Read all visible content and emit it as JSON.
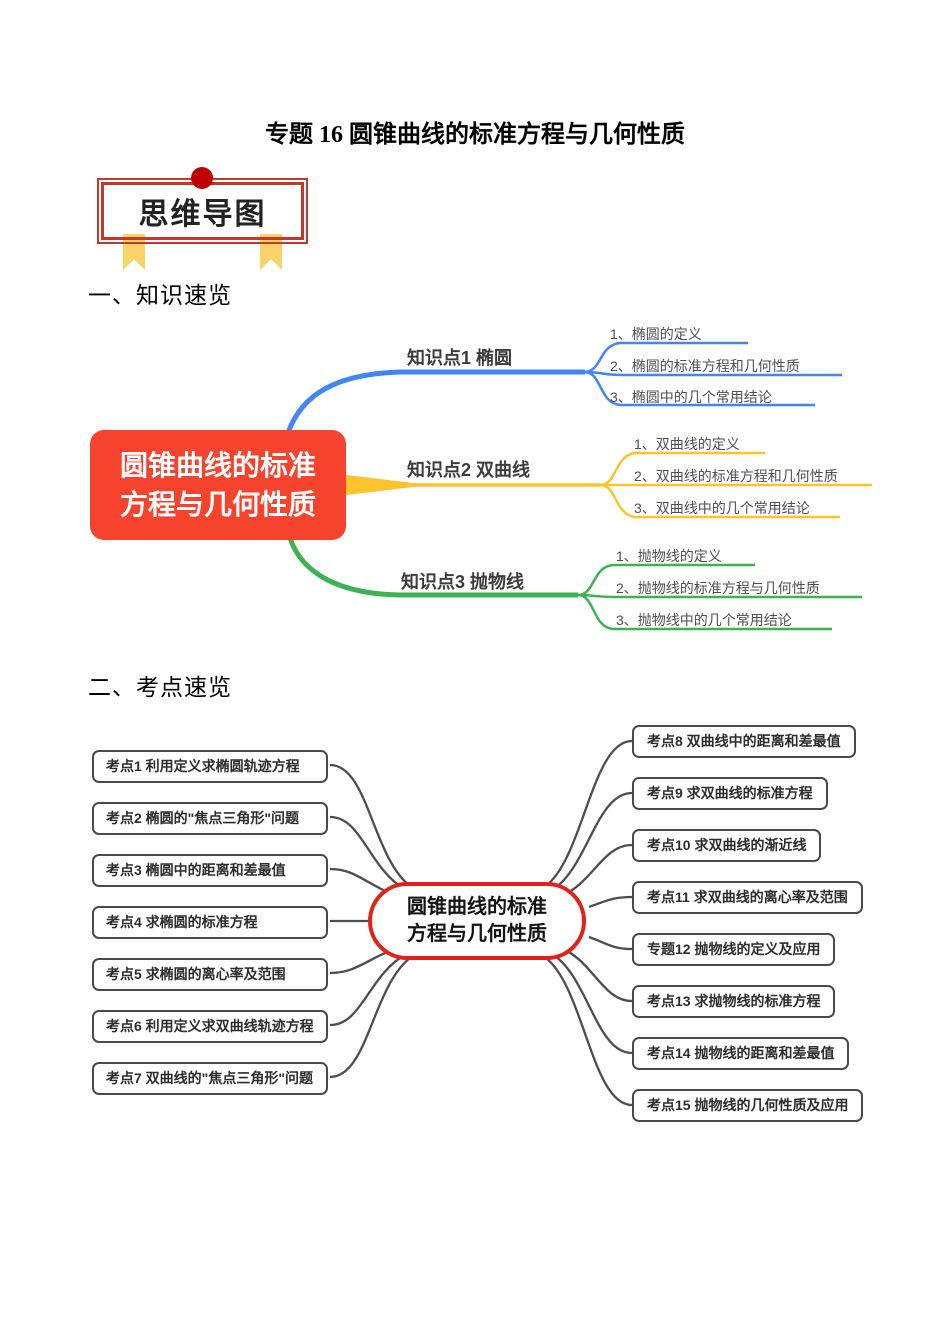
{
  "page": {
    "title": "专题 16 圆锥曲线的标准方程与几何性质"
  },
  "badge": {
    "label": "思维导图"
  },
  "headings": {
    "knowledge": "一、知识速览",
    "exam": "二、考点速览"
  },
  "colors": {
    "center_fill": "#f5432d",
    "pill_border": "#e32119",
    "badge_border": "#c0392b",
    "badge_dot": "#c00000",
    "ribbon_yellow": "#f9d26a",
    "branch_blue": "#4285f4",
    "branch_yellow": "#fcc42c",
    "branch_green": "#3cb253",
    "connector_gray": "#4d4d4d"
  },
  "knowledge_map": {
    "center": "圆锥曲线的标准\n方程与几何性质",
    "branches": [
      {
        "label": "知识点1  椭圆",
        "color": "#4285f4",
        "items": [
          "1、椭圆的定义",
          "2、椭圆的标准方程和几何性质",
          "3、椭圆中的几个常用结论"
        ]
      },
      {
        "label": "知识点2  双曲线",
        "color": "#fcc42c",
        "items": [
          "1、双曲线的定义",
          "2、双曲线的标准方程和几何性质",
          "3、双曲线中的几个常用结论"
        ]
      },
      {
        "label": "知识点3  抛物线",
        "color": "#3cb253",
        "items": [
          "1、抛物线的定义",
          "2、抛物线的标准方程与几何性质",
          "3、抛物线中的几个常用结论"
        ]
      }
    ]
  },
  "exam_map": {
    "center": "圆锥曲线的标准\n方程与几何性质",
    "left_nodes": [
      "考点1  利用定义求椭圆轨迹方程",
      "考点2  椭圆的\"焦点三角形\"问题",
      "考点3  椭圆中的距离和差最值",
      "考点4  求椭圆的标准方程",
      "考点5  求椭圆的离心率及范围",
      "考点6  利用定义求双曲线轨迹方程",
      "考点7  双曲线的\"焦点三角形\"问题"
    ],
    "right_nodes": [
      "考点8  双曲线中的距离和差最值",
      "考点9  求双曲线的标准方程",
      "考点10  求双曲线的渐近线",
      "考点11  求双曲线的离心率及范围",
      "专题12  抛物线的定义及应用",
      "考点13  求抛物线的标准方程",
      "考点14  抛物线的距离和差最值",
      "考点15  抛物线的几何性质及应用"
    ]
  }
}
